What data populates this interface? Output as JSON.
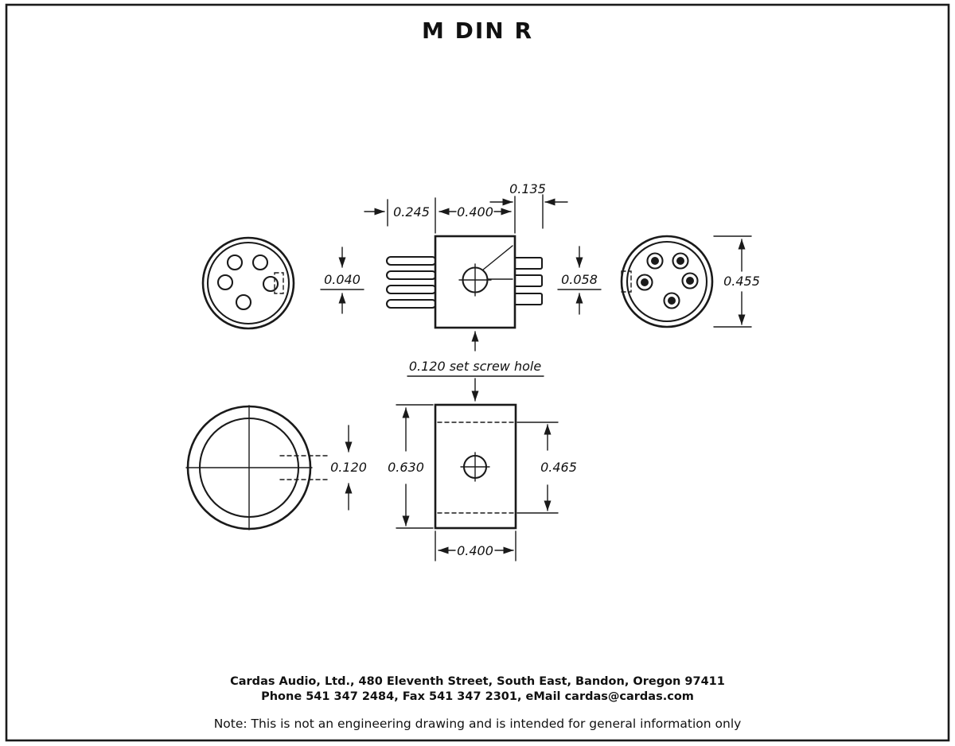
{
  "title": "M DIN R",
  "style": {
    "ink_color": "#1a1a1a",
    "paper_color": "#ffffff"
  },
  "drawing": {
    "dims": {
      "pin_length": "0.245",
      "body_width": "0.400",
      "tab_length": "0.135",
      "pin_thickness": "0.040",
      "tab_thickness": "0.058",
      "shell_diameter": "0.455",
      "set_screw_note": "0.120 set screw hole",
      "set_screw_diameter": "0.120",
      "barrel_length": "0.630",
      "hole_span": "0.465",
      "barrel_width": "0.400"
    }
  },
  "footer": {
    "address": "Cardas Audio, Ltd., 480 Eleventh Street, South East, Bandon, Oregon 97411",
    "contact": "Phone 541 347 2484, Fax 541 347 2301, eMail cardas@cardas.com",
    "note": "Note:  This is not an engineering drawing and is intended for general information only"
  }
}
